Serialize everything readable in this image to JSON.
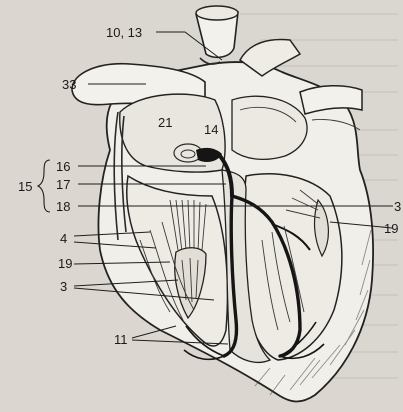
{
  "figure": {
    "labels": [
      {
        "key": "l_10_13",
        "text": "10, 13"
      },
      {
        "key": "l_33",
        "text": "33"
      },
      {
        "key": "l_21",
        "text": "21"
      },
      {
        "key": "l_14",
        "text": "14"
      },
      {
        "key": "l_16",
        "text": "16"
      },
      {
        "key": "l_15",
        "text": "15"
      },
      {
        "key": "l_17",
        "text": "17"
      },
      {
        "key": "l_18",
        "text": "18"
      },
      {
        "key": "l_3r",
        "text": "3"
      },
      {
        "key": "l_19r",
        "text": "19"
      },
      {
        "key": "l_4",
        "text": "4"
      },
      {
        "key": "l_19l",
        "text": "19"
      },
      {
        "key": "l_3l",
        "text": "3"
      },
      {
        "key": "l_11",
        "text": "11"
      }
    ],
    "colors": {
      "page_background": "#d9d6cf",
      "heart_fill": "#f1efea",
      "line": "#1e1e1e",
      "pathway": "#151515"
    }
  }
}
